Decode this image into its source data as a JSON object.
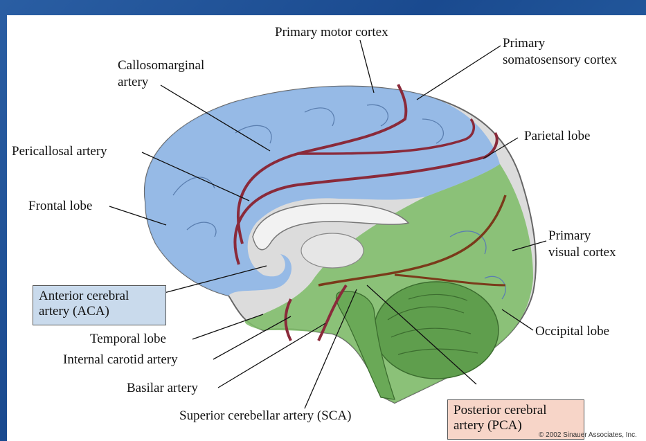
{
  "labels": {
    "primary_motor_cortex": "Primary motor cortex",
    "primary_somatosensory_cortex_1": "Primary",
    "primary_somatosensory_cortex_2": "somatosensory cortex",
    "callosomarginal_artery_1": "Callosomarginal",
    "callosomarginal_artery_2": "artery",
    "pericallosal_artery": "Pericallosal artery",
    "parietal_lobe": "Parietal lobe",
    "frontal_lobe": "Frontal lobe",
    "primary_visual_cortex_1": "Primary",
    "primary_visual_cortex_2": "visual cortex",
    "anterior_cerebral_artery_1": "Anterior cerebral",
    "anterior_cerebral_artery_2": "artery (ACA)",
    "temporal_lobe": "Temporal lobe",
    "occipital_lobe": "Occipital lobe",
    "internal_carotid_artery": "Internal carotid artery",
    "basilar_artery": "Basilar artery",
    "superior_cerebellar_artery": "Superior cerebellar artery (SCA)",
    "posterior_cerebral_artery_1": "Posterior cerebral",
    "posterior_cerebral_artery_2": "artery (PCA)"
  },
  "copyright": "© 2002 Sinauer Associates, Inc.",
  "colors": {
    "aca_territory": "#8fb6e6",
    "pca_territory": "#7fbd6a",
    "artery": "#8a2a3a",
    "aca_box": "#c9daec",
    "pca_box": "#f7d5c8",
    "background": "#1d4f93"
  }
}
